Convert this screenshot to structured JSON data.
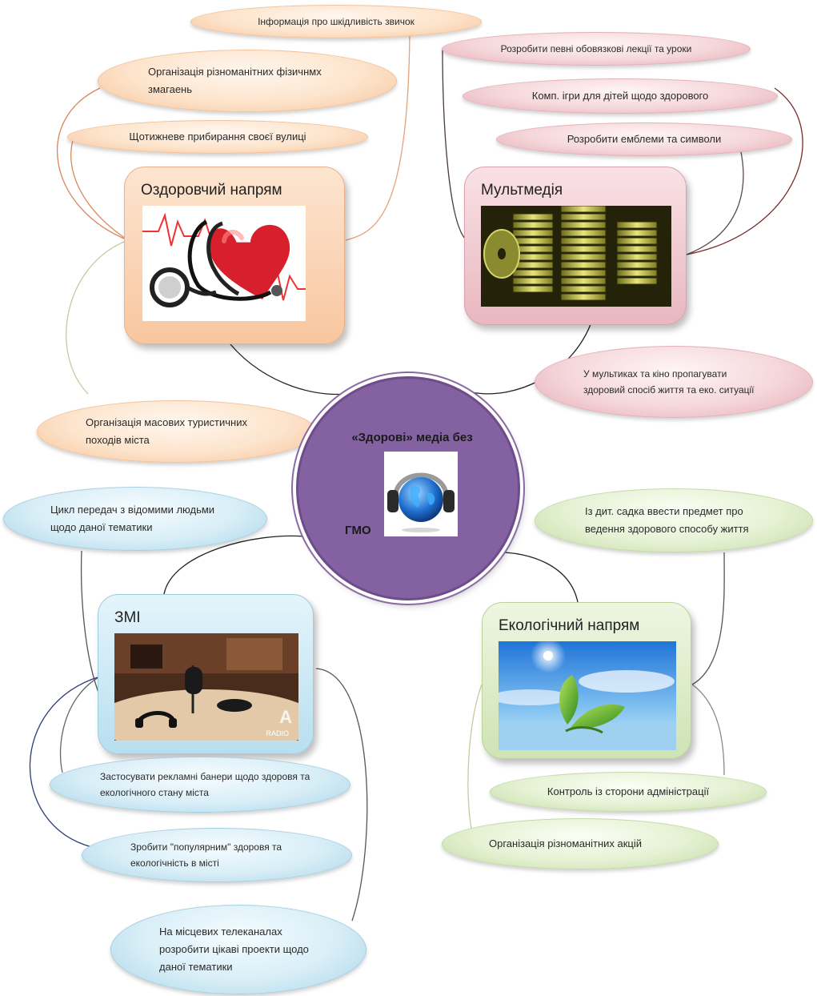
{
  "central": {
    "title": "«Здорові» медіа без",
    "subtitle": "ГМО",
    "icon": "headphones-globe-icon"
  },
  "branches": {
    "health": {
      "title": "Оздоровчий напрям",
      "image": "stethoscope-heart-image",
      "color": "#f8c69f",
      "ideas": [
        "Інформація про шкідливість звичок",
        "Організація різноманітних фізичнмх змагаень",
        "Щотижневе прибирання своєї вулиці",
        "Організація масових туристичних походів міста"
      ]
    },
    "multimedia": {
      "title": "Мультмедія",
      "image": "cd-stacks-image",
      "color": "#e9b7c0",
      "ideas": [
        "Розробити певні обовязкові лекції та уроки",
        "Комп. ігри для дітей щодо здорового",
        "Розробити емблеми та символи",
        "У мультиках та кіно пропагувати здоровий спосіб життя та еко. ситуації"
      ]
    },
    "media": {
      "title": "ЗМІ",
      "image": "radio-studio-microphone-image",
      "image_caption": "RADIO",
      "color": "#b8dff0",
      "ideas": [
        "Цикл передач з відомими людьми щодо даної тематики",
        "Застосувати рекламні банери щодо здоровя та екологічного стану міста",
        "Зробити \"популярним\" здоровя та екологічність в місті",
        "На місцевих телеканалах розробити цікаві проекти щодо даної тематики"
      ]
    },
    "ecology": {
      "title": "Екологічний напрям",
      "image": "leaf-sky-image",
      "color": "#cfe3b4",
      "ideas": [
        "Із дит. садка ввести предмет про ведення здорового способу життя",
        "Контроль із сторони адміністрації",
        "Організація різноманітних акцій"
      ]
    }
  }
}
